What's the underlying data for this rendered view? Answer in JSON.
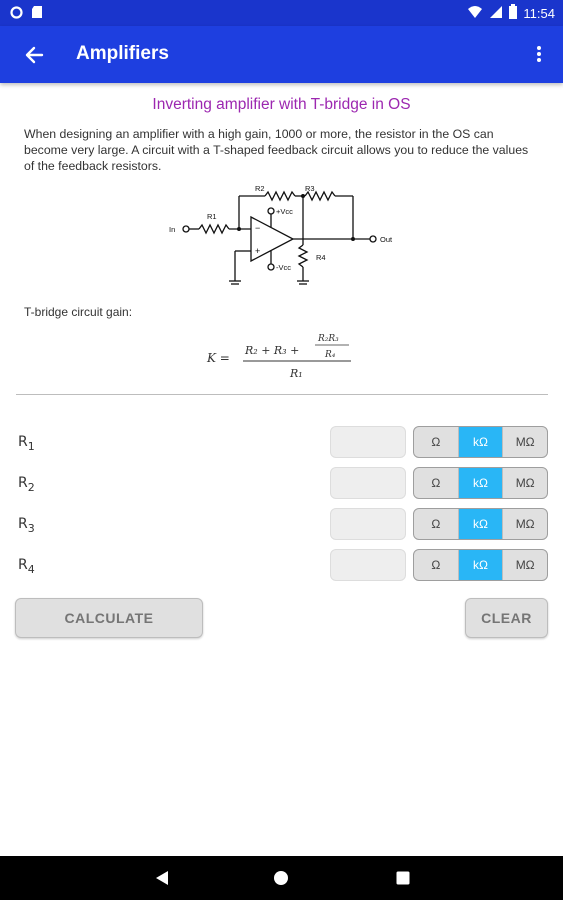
{
  "status_bar": {
    "time": "11:54"
  },
  "app_bar": {
    "title": "Amplifiers"
  },
  "content": {
    "heading": "Inverting amplifier with T-bridge in OS",
    "description": "When designing an amplifier with a high gain, 1000 or more, the resistor in the OS can become very large. A circuit with a T-shaped feedback circuit allows you to reduce the values of the feedback resistors.",
    "circuit_labels": {
      "in": "In",
      "out": "Out",
      "r1": "R1",
      "r2": "R2",
      "r3": "R3",
      "r4": "R4",
      "vcc_pos": "+Vcc",
      "vcc_neg": "-Vcc"
    },
    "gain_label": "T-bridge circuit gain:",
    "formula": {
      "lhs": "K =",
      "num_a": "R₂ + R₃ +",
      "inner_num": "R₂R₃",
      "inner_den": "R₄",
      "den": "R₁"
    }
  },
  "resistors": [
    {
      "label": "R",
      "sub": "1",
      "value": "",
      "units": [
        "Ω",
        "kΩ",
        "MΩ"
      ],
      "selected": "kΩ"
    },
    {
      "label": "R",
      "sub": "2",
      "value": "",
      "units": [
        "Ω",
        "kΩ",
        "MΩ"
      ],
      "selected": "kΩ"
    },
    {
      "label": "R",
      "sub": "3",
      "value": "",
      "units": [
        "Ω",
        "kΩ",
        "MΩ"
      ],
      "selected": "kΩ"
    },
    {
      "label": "R",
      "sub": "4",
      "value": "",
      "units": [
        "Ω",
        "kΩ",
        "MΩ"
      ],
      "selected": "kΩ"
    }
  ],
  "buttons": {
    "calculate": "CALCULATE",
    "clear": "CLEAR"
  },
  "colors": {
    "app_bar": "#1e3fe0",
    "status_bar": "#1a35cc",
    "heading": "#9c27b0",
    "selected_unit": "#29b6f6"
  }
}
